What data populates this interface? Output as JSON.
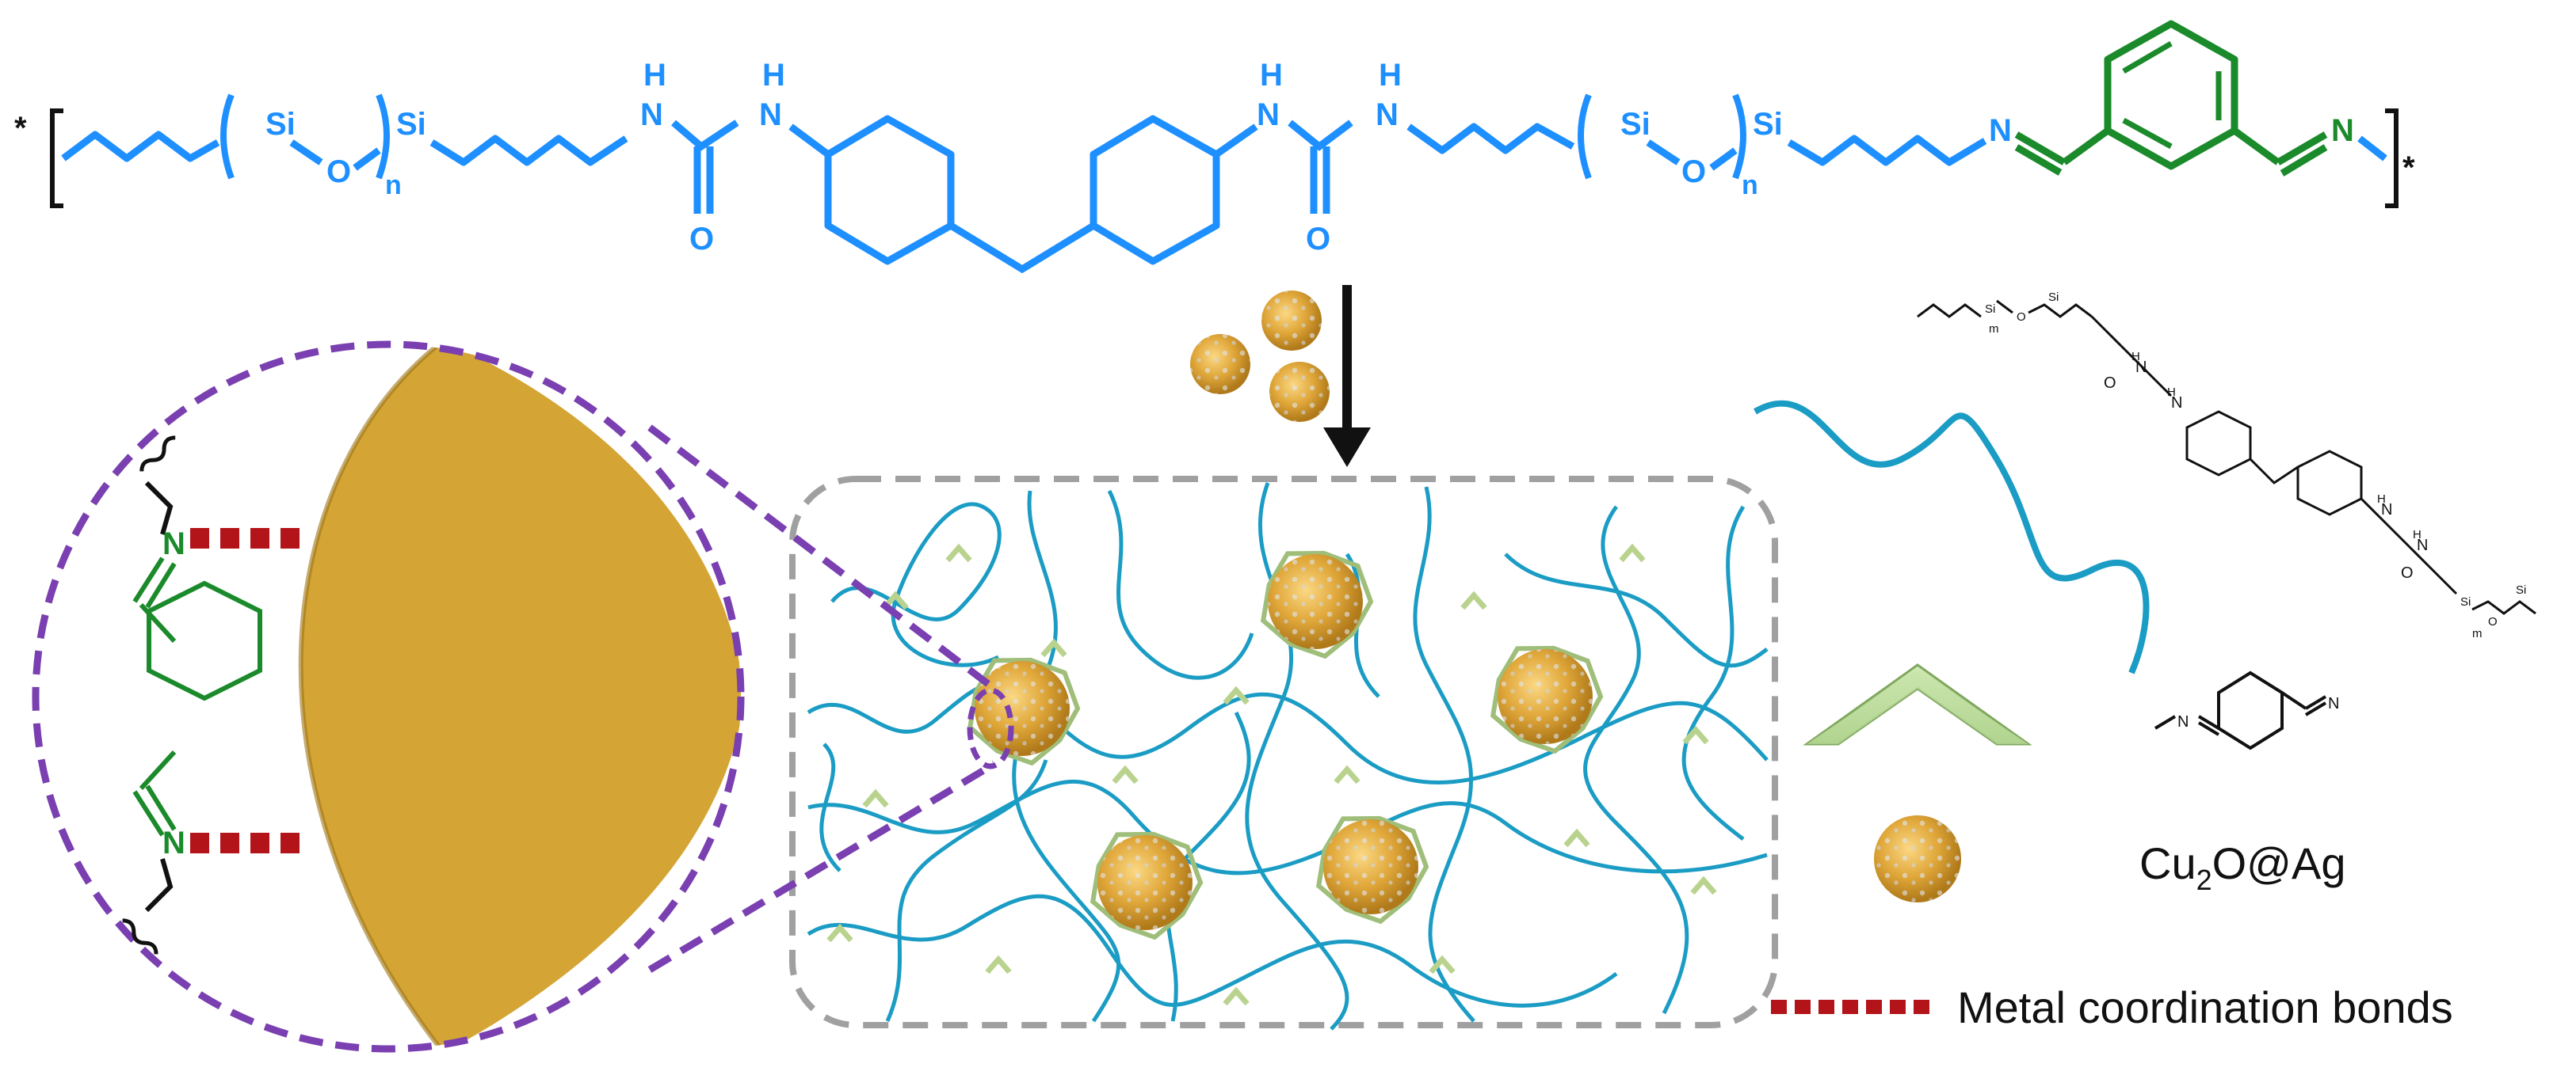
{
  "polymer": {
    "end_left": "*",
    "end_right": "*",
    "si_1a": "Si",
    "o_1": "O",
    "si_1b": "Si",
    "n_1": "n",
    "h_1": "H",
    "nh_1": "N",
    "h_2": "H",
    "nh_2": "N",
    "o_c1": "O",
    "h_3": "H",
    "nh_3": "N",
    "h_4": "H",
    "nh_4": "N",
    "o_c2": "O",
    "si_2a": "Si",
    "o_2": "O",
    "si_2b": "Si",
    "n_2": "n",
    "imine_n1": "N",
    "imine_n2": "N"
  },
  "zoom": {
    "imine_top": "N",
    "imine_bottom": "N"
  },
  "legend": {
    "small_structure": {
      "si_a": "Si",
      "si_b": "Si",
      "o": "O",
      "m": "m",
      "si_c": "Si",
      "si_d": "Si",
      "o2": "O",
      "m2": "m",
      "h_labels": [
        "H",
        "H",
        "H",
        "H"
      ],
      "n_labels": [
        "N",
        "N",
        "N",
        "N"
      ],
      "o_labels": [
        "O",
        "O"
      ]
    },
    "imine_n_left": "N",
    "imine_n_right": "N",
    "particle_label_main": "Cu",
    "particle_label_sub": "2",
    "particle_label_tail": "O@Ag",
    "coordination_label": "Metal coordination bonds"
  },
  "colors": {
    "polymer_blue": "#1e8fff",
    "imine_green": "#1a8a2a",
    "chain_teal": "#1b9cc4",
    "zoom_purple": "#7a3fb0",
    "particle_gold": "#d4a535",
    "bond_red": "#b3141a",
    "frame_gray": "#a0a0a0",
    "crosslinker_green": "#a8c98a"
  }
}
